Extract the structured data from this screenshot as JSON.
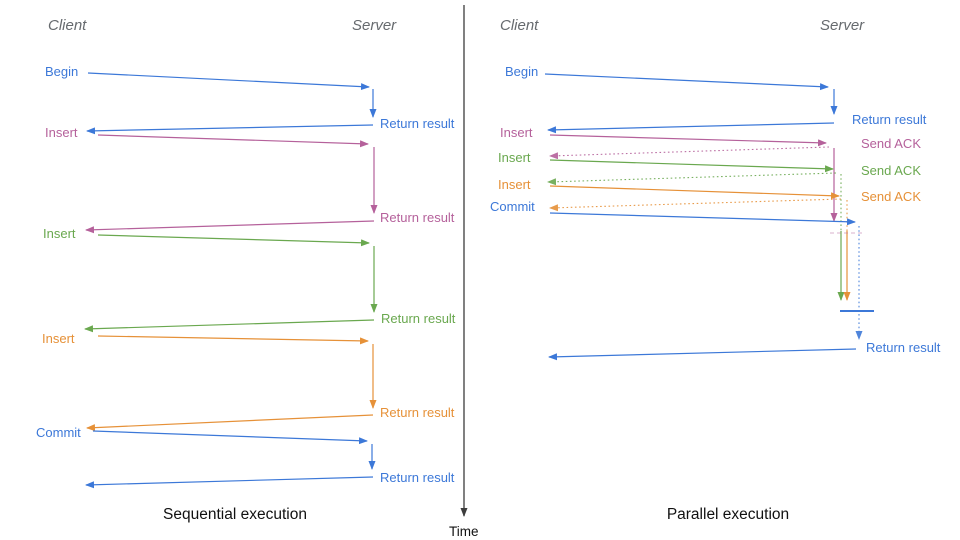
{
  "diagram": {
    "time_axis_label": "Time",
    "colors": {
      "blue": "#3c78d8",
      "pink": "#b5619b",
      "green": "#6aa84f",
      "orange": "#e69138",
      "header_gray": "#666a6e",
      "axis": "#3d3d3d"
    },
    "panels": [
      {
        "title": "Sequential execution",
        "client_header": "Client",
        "server_header": "Server",
        "messages": [
          {
            "label": "Begin",
            "color": "blue",
            "response": "Return result"
          },
          {
            "label": "Insert",
            "color": "pink",
            "response": "Return result"
          },
          {
            "label": "Insert",
            "color": "green",
            "response": "Return result"
          },
          {
            "label": "Insert",
            "color": "orange",
            "response": "Return result"
          },
          {
            "label": "Commit",
            "color": "blue",
            "response": "Return result"
          }
        ]
      },
      {
        "title": "Parallel execution",
        "client_header": "Client",
        "server_header": "Server",
        "messages": [
          {
            "label": "Begin",
            "color": "blue",
            "response": "Return result"
          },
          {
            "label": "Insert",
            "color": "pink",
            "response": "Send ACK"
          },
          {
            "label": "Insert",
            "color": "green",
            "response": "Send ACK"
          },
          {
            "label": "Insert",
            "color": "orange",
            "response": "Send ACK"
          },
          {
            "label": "Commit",
            "color": "blue",
            "response": "Return result"
          }
        ]
      }
    ]
  }
}
